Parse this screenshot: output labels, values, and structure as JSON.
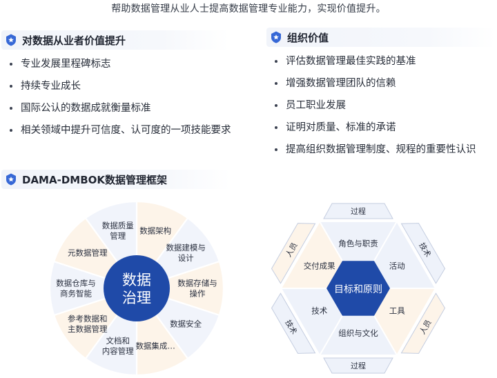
{
  "intro": "帮助数据管理从业人士提高数据管理专业能力，实现价值提升。",
  "section_individual": {
    "title": "对数据从业者价值提升",
    "items": [
      "专业发展里程碑标志",
      "持续专业成长",
      "国际公认的数据成就衡量标准",
      "相关领域中提升可信度、认可度的一项技能要求"
    ]
  },
  "section_org": {
    "title": "组织价值",
    "items": [
      "评估数据管理最佳实践的基准",
      "增强数据管理团队的信赖",
      "员工职业发展",
      "证明对质量、标准的承诺",
      "提高组织数据管理制度、规程的重要性认识"
    ]
  },
  "section_framework": {
    "title": "DAMA-DMBOK数据管理框架"
  },
  "wheel": {
    "center_lines": [
      "数据",
      "治理"
    ],
    "segments": [
      {
        "lines": [
          "数据架构"
        ],
        "fill": "#fdf4e9"
      },
      {
        "lines": [
          "数据建模与",
          "设计"
        ],
        "fill": "#f1f4fb"
      },
      {
        "lines": [
          "数据存储与",
          "操作"
        ],
        "fill": "#fdf4e9"
      },
      {
        "lines": [
          "数据安全"
        ],
        "fill": "#f1f4fb"
      },
      {
        "lines": [
          "数据集成…"
        ],
        "fill": "#fdf4e9"
      },
      {
        "lines": [
          "文档和",
          "内容管理"
        ],
        "fill": "#f1f4fb"
      },
      {
        "lines": [
          "参考数据和",
          "主数据管理"
        ],
        "fill": "#fdf4e9"
      },
      {
        "lines": [
          "数据仓库与",
          "商务智能"
        ],
        "fill": "#f1f4fb"
      },
      {
        "lines": [
          "元数据管理"
        ],
        "fill": "#fdf4e9"
      },
      {
        "lines": [
          "数据质量",
          "管理"
        ],
        "fill": "#f1f4fb"
      }
    ],
    "center_color": "#1f4aa8"
  },
  "hexagon": {
    "center": "目标和原则",
    "center_color": "#1f4aa8",
    "inner": [
      "角色与职责",
      "活动",
      "工具",
      "组织与文化",
      "技术",
      "交付成果"
    ],
    "outer": [
      "人员",
      "过程",
      "技术",
      "人员",
      "过程",
      "技术"
    ]
  }
}
